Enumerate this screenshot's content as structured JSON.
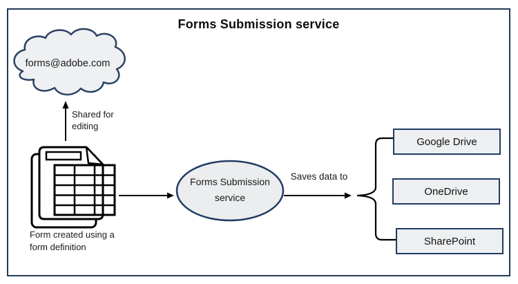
{
  "title": "Forms Submission service",
  "cloud": {
    "label": "forms@adobe.com"
  },
  "form": {
    "caption_lines": [
      "Form created using a",
      "form definition"
    ]
  },
  "edges": {
    "shared_for_editing": {
      "lines": [
        "Shared for",
        "editing"
      ]
    },
    "saves_data_to": {
      "label": "Saves data to"
    }
  },
  "service": {
    "lines": [
      "Forms Submission",
      "service"
    ]
  },
  "destinations": [
    {
      "label": "Google Drive"
    },
    {
      "label": "OneDrive"
    },
    {
      "label": "SharePoint"
    }
  ],
  "colors": {
    "shape_fill": "#edeff1",
    "shape_border": "#203a64",
    "frame_border": "#223a54",
    "connector": "#000000",
    "text": "#1a1a1a"
  }
}
